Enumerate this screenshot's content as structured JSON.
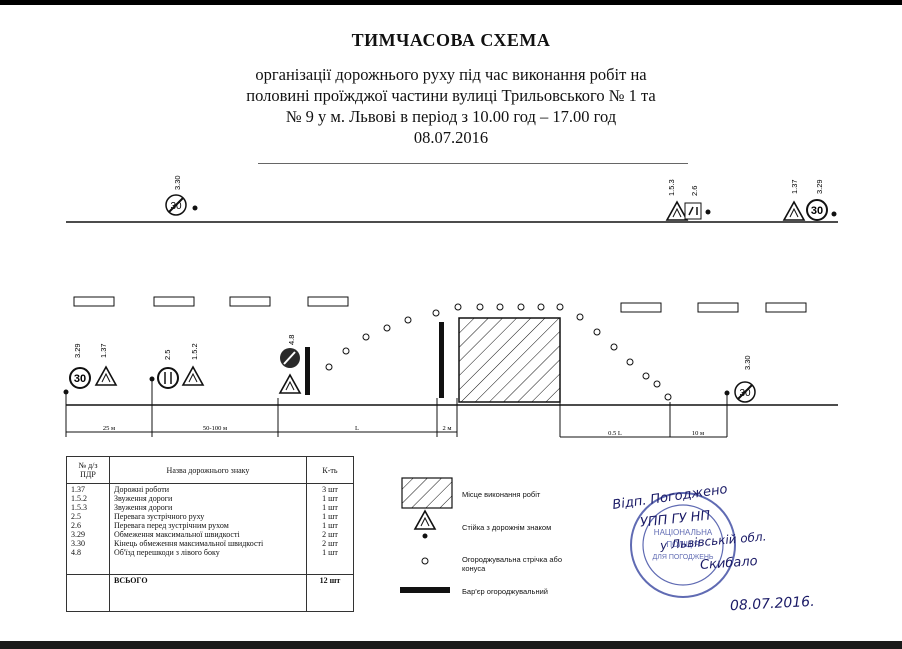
{
  "title": "ТИМЧАСОВА СХЕМА",
  "subtitle_lines": [
    "організації дорожнього руху під час виконання робіт на",
    "половині проїжджої частини вулиці Трильовського № 1 та",
    "№ 9  у м. Львові в період з 10.00 год – 17.00 год",
    "08.07.2016"
  ],
  "scheme": {
    "top_signs": [
      {
        "labels": [
          "3.30"
        ],
        "speed": "30"
      },
      {
        "labels": [
          "1.5.3",
          "2.6"
        ]
      },
      {
        "labels": [
          "1.37",
          "3.29"
        ],
        "speed": "30"
      }
    ],
    "bottom_signs": [
      {
        "labels": [
          "3.29",
          "1.37"
        ],
        "speed": "30"
      },
      {
        "labels": [
          "2.5",
          "1.5.2"
        ]
      },
      {
        "labels": [
          "4.8"
        ]
      },
      {
        "labels": [
          "3.30"
        ],
        "speed": "30"
      }
    ],
    "dimensions": [
      "25 м",
      "50-100 м",
      "L",
      "2 м",
      "0.5 L",
      "10 м"
    ]
  },
  "table": {
    "headers": {
      "num": "№ д/з\nПДР",
      "name": "Назва дорожнього знаку",
      "qty": "К-ть"
    },
    "rows": [
      {
        "num": "1.37",
        "name": "Дорожні роботи",
        "qty": "3 шт"
      },
      {
        "num": "1.5.2",
        "name": "Звуження дороги",
        "qty": "1 шт"
      },
      {
        "num": "1.5.3",
        "name": "Звуження дороги",
        "qty": "1 шт"
      },
      {
        "num": "2.5",
        "name": "Перевага зустрічного руху",
        "qty": "1 шт"
      },
      {
        "num": "2.6",
        "name": "Перевага перед зустрічним рухом",
        "qty": "1 шт"
      },
      {
        "num": "3.29",
        "name": "Обмеження максимальної швидкості",
        "qty": "2 шт"
      },
      {
        "num": "3.30",
        "name": "Кінець обмеження максимальної швидкості",
        "qty": "2 шт"
      },
      {
        "num": "4.8",
        "name": "Об'їзд перешкоди з лівого боку",
        "qty": "1 шт"
      }
    ],
    "total_label": "ВСЬОГО",
    "total_qty": "12 шт"
  },
  "legend": {
    "work_area": "Місце виконання робіт",
    "sign_stand": "Стійка з дорожнім знаком",
    "tape": "Огороджувальна стрічка або\nконуса",
    "barrier": "Бар'єр огороджувальний"
  },
  "signature": {
    "line1": "Відп. Погоджено",
    "line2": "УПП ГУ НП",
    "line3": "у Львівській обл.",
    "line4": "Скибало",
    "date": "08.07.2016."
  }
}
